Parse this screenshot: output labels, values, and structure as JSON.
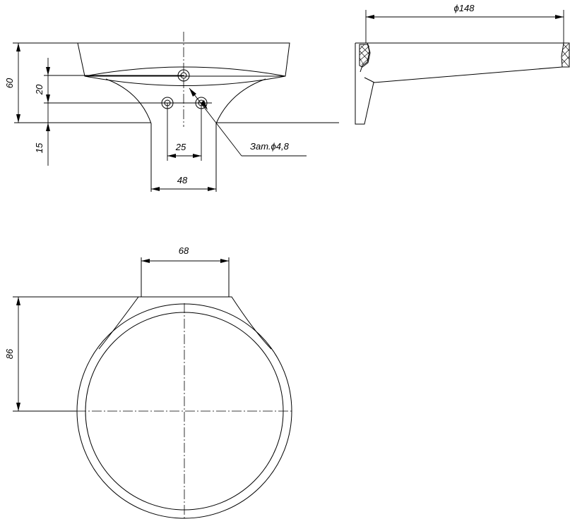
{
  "dimensions": {
    "height_total": "60",
    "hole_offset": "20",
    "base_offset": "15",
    "hole_spacing": "25",
    "base_width": "48",
    "hole_note": "Зат.ϕ4,8",
    "diameter": "ϕ148",
    "plan_width": "68",
    "plan_depth": "86"
  }
}
